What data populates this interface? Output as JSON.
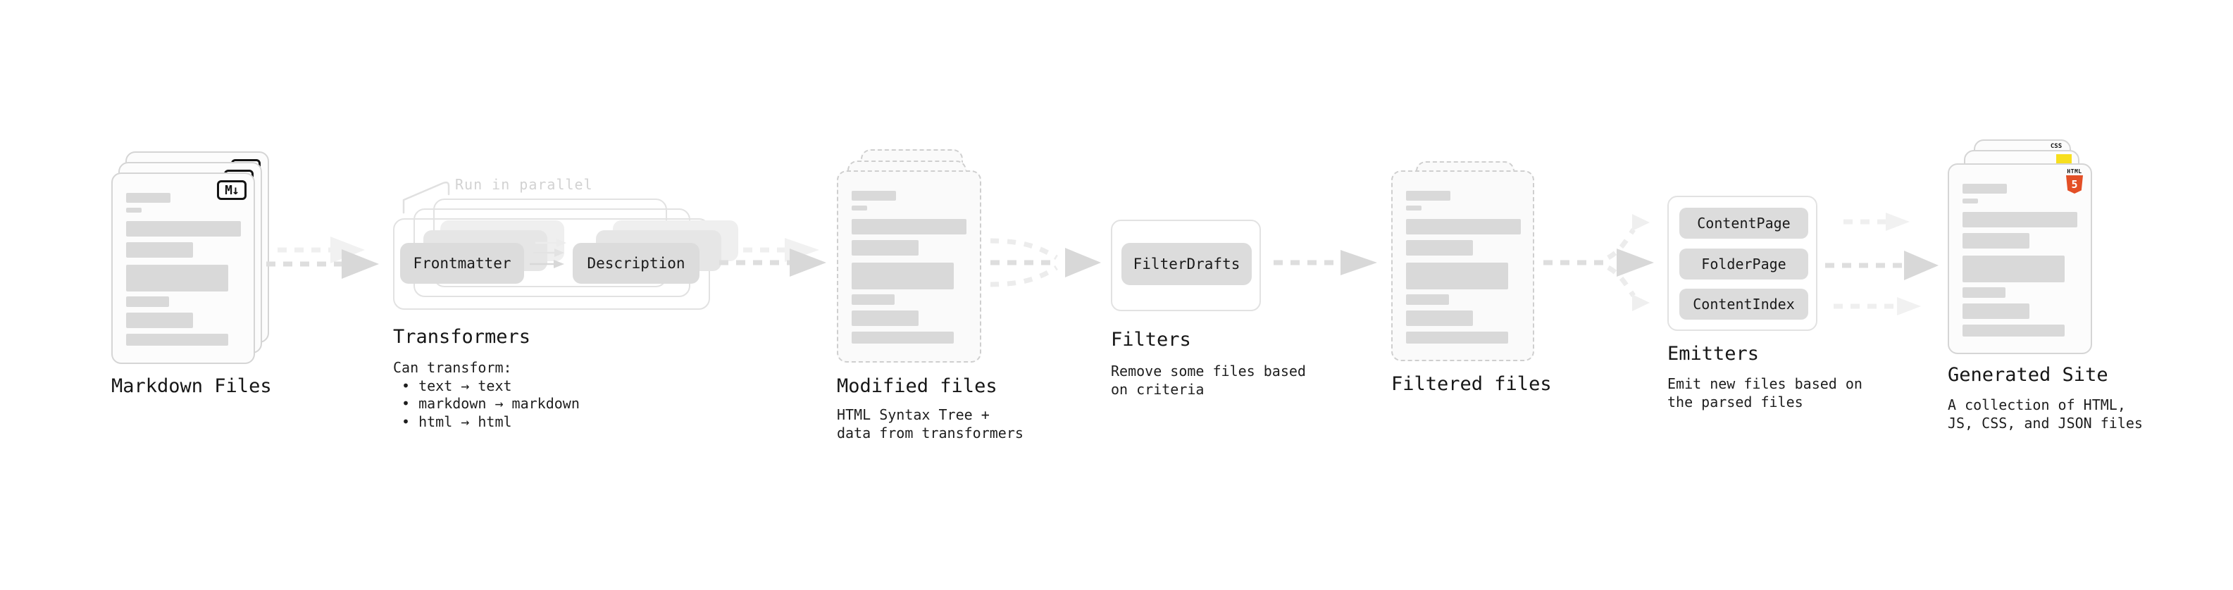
{
  "markdown": {
    "title": "Markdown Files",
    "badge": "M↓"
  },
  "transformers": {
    "title": "Transformers",
    "note": "Run in parallel",
    "pill_left": "Frontmatter",
    "pill_right": "Description",
    "subtitle": "Can transform:",
    "bullets": [
      "• text → text",
      "• markdown → markdown",
      "• html → html"
    ]
  },
  "modified": {
    "title": "Modified files",
    "desc_lines": [
      "HTML Syntax Tree +",
      "data from transformers"
    ]
  },
  "filters": {
    "title": "Filters",
    "pill": "FilterDrafts",
    "desc_lines": [
      "Remove some files based",
      "on criteria"
    ]
  },
  "filtered": {
    "title": "Filtered files"
  },
  "emitters": {
    "title": "Emitters",
    "pills": [
      "ContentPage",
      "FolderPage",
      "ContentIndex"
    ],
    "desc_lines": [
      "Emit new files based on",
      "the parsed files"
    ]
  },
  "generated": {
    "title": "Generated Site",
    "desc_lines": [
      "A collection of HTML,",
      "JS, CSS, and JSON files"
    ],
    "css_badge": "CSS",
    "html5_text": "HTML",
    "html5_five": "5"
  },
  "colors": {
    "html5_orange": "#e34f26",
    "js_yellow": "#f7df1e",
    "css_blue": "#2962ff"
  }
}
